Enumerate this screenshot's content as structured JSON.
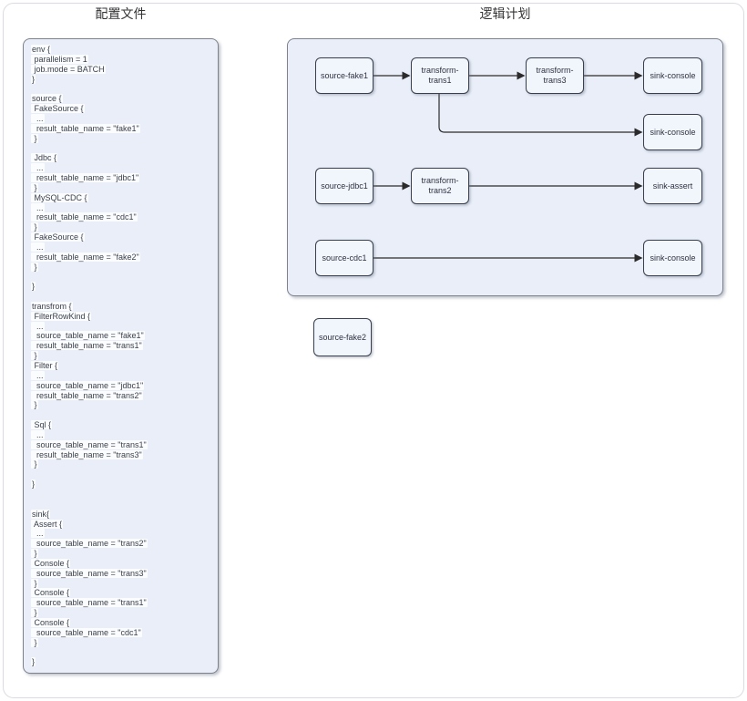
{
  "colors": {
    "page_background": "#ffffff",
    "page_border": "#d9dce1",
    "panel_fill": "#e9eef8",
    "panel_border": "#7d828c",
    "node_fill": "#f1f5fc",
    "node_border": "#3a3f4d",
    "edge_stroke": "#2b2b2b",
    "text": "#3a3f4a",
    "line_highlight": "#ffffff"
  },
  "config_panel": {
    "title": "配置文件",
    "lines": [
      "env {",
      " parallelism = 1",
      " job.mode = BATCH",
      "}",
      "",
      "source {",
      " FakeSource {",
      "  ...",
      "  result_table_name = \"fake1\"",
      " }",
      "",
      " Jdbc {",
      "  ...",
      "  result_table_name = \"jdbc1\"",
      " }",
      " MySQL-CDC {",
      "  ...",
      "  result_table_name = \"cdc1\"",
      " }",
      " FakeSource {",
      "  ...",
      "  result_table_name = \"fake2\"",
      " }",
      "",
      "}",
      "",
      "transfrom {",
      " FilterRowKind {",
      "  ...",
      "  source_table_name = \"fake1\"",
      "  result_table_name = \"trans1\"",
      " }",
      " Filter {",
      "  ...",
      "  source_table_name = \"jdbc1\"",
      "  result_table_name = \"trans2\"",
      " }",
      "",
      " Sql {",
      "  ...",
      "  source_table_name = \"trans1\"",
      "  result_table_name = \"trans3\"",
      " }",
      "",
      "}",
      "",
      "",
      "sink{",
      " Assert {",
      "  ...",
      "  source_table_name = \"trans2\"",
      " }",
      " Console {",
      "  source_table_name = \"trans3\"",
      " }",
      " Console {",
      "  source_table_name = \"trans1\"",
      " }",
      " Console {",
      "  source_table_name = \"cdc1\"",
      " }",
      "",
      "}"
    ]
  },
  "plan_panel": {
    "title": "逻辑计划",
    "nodes": [
      {
        "id": "source-fake1",
        "label": "source-fake1"
      },
      {
        "id": "transform-trans1",
        "label": "transform-trans1"
      },
      {
        "id": "transform-trans3",
        "label": "transform-trans3"
      },
      {
        "id": "sink-console-1",
        "label": "sink-console"
      },
      {
        "id": "sink-console-2",
        "label": "sink-console"
      },
      {
        "id": "source-jdbc1",
        "label": "source-jdbc1"
      },
      {
        "id": "transform-trans2",
        "label": "transform-trans2"
      },
      {
        "id": "sink-assert",
        "label": "sink-assert"
      },
      {
        "id": "source-cdc1",
        "label": "source-cdc1"
      },
      {
        "id": "sink-console-3",
        "label": "sink-console"
      },
      {
        "id": "source-fake2",
        "label": "source-fake2"
      }
    ],
    "edges": [
      {
        "from": "source-fake1",
        "to": "transform-trans1"
      },
      {
        "from": "transform-trans1",
        "to": "transform-trans3"
      },
      {
        "from": "transform-trans3",
        "to": "sink-console-1"
      },
      {
        "from": "transform-trans1",
        "to": "sink-console-2"
      },
      {
        "from": "source-jdbc1",
        "to": "transform-trans2"
      },
      {
        "from": "transform-trans2",
        "to": "sink-assert"
      },
      {
        "from": "source-cdc1",
        "to": "sink-console-3"
      }
    ]
  }
}
